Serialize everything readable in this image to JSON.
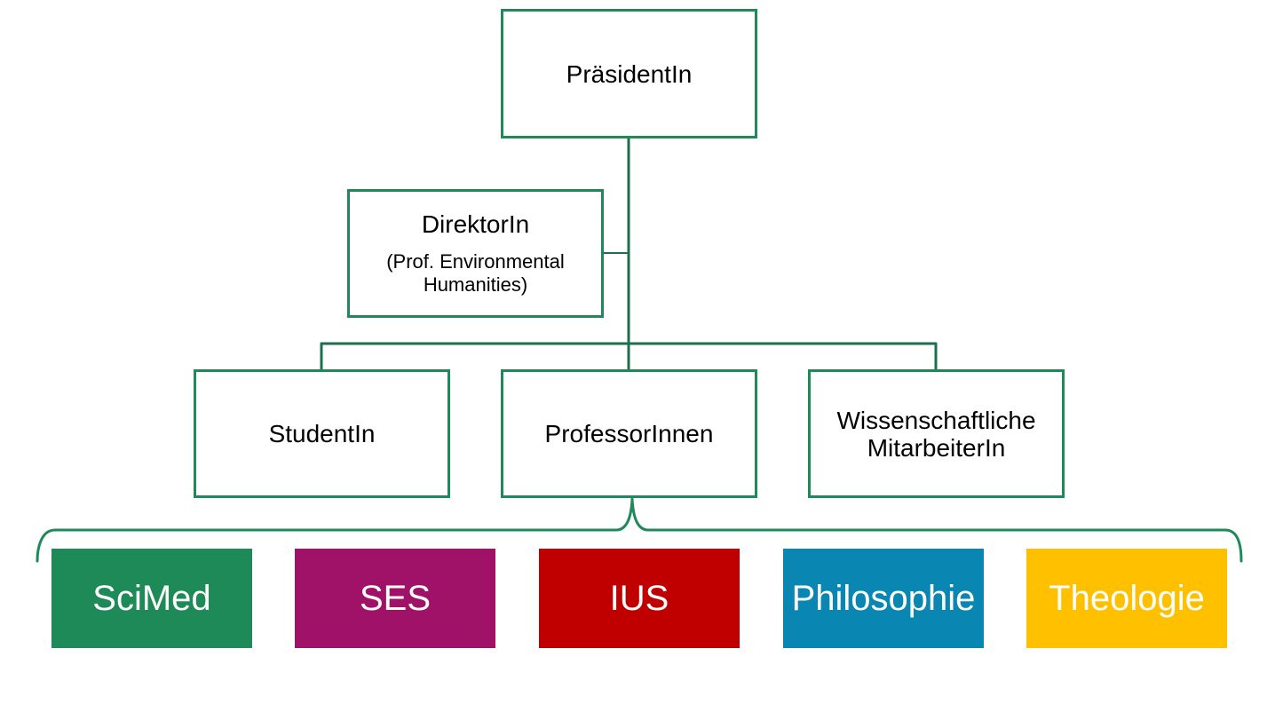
{
  "diagram": {
    "colors": {
      "line": "#1e8a5a"
    },
    "nodes": {
      "president": {
        "label": "PräsidentIn"
      },
      "director": {
        "label": "DirektorIn",
        "subtitle": "(Prof. Environmental\nHumanities)"
      },
      "student": {
        "label": "StudentIn"
      },
      "professors": {
        "label": "ProfessorInnen"
      },
      "research_staff": {
        "label": "Wissenschaftliche\nMitarbeiterIn"
      }
    },
    "departments": [
      {
        "label": "SciMed",
        "color": "#1e8a57"
      },
      {
        "label": "SES",
        "color": "#a01168"
      },
      {
        "label": "IUS",
        "color": "#c00000"
      },
      {
        "label": "Philosophie",
        "color": "#0a86b3"
      },
      {
        "label": "Theologie",
        "color": "#ffc000"
      }
    ]
  }
}
